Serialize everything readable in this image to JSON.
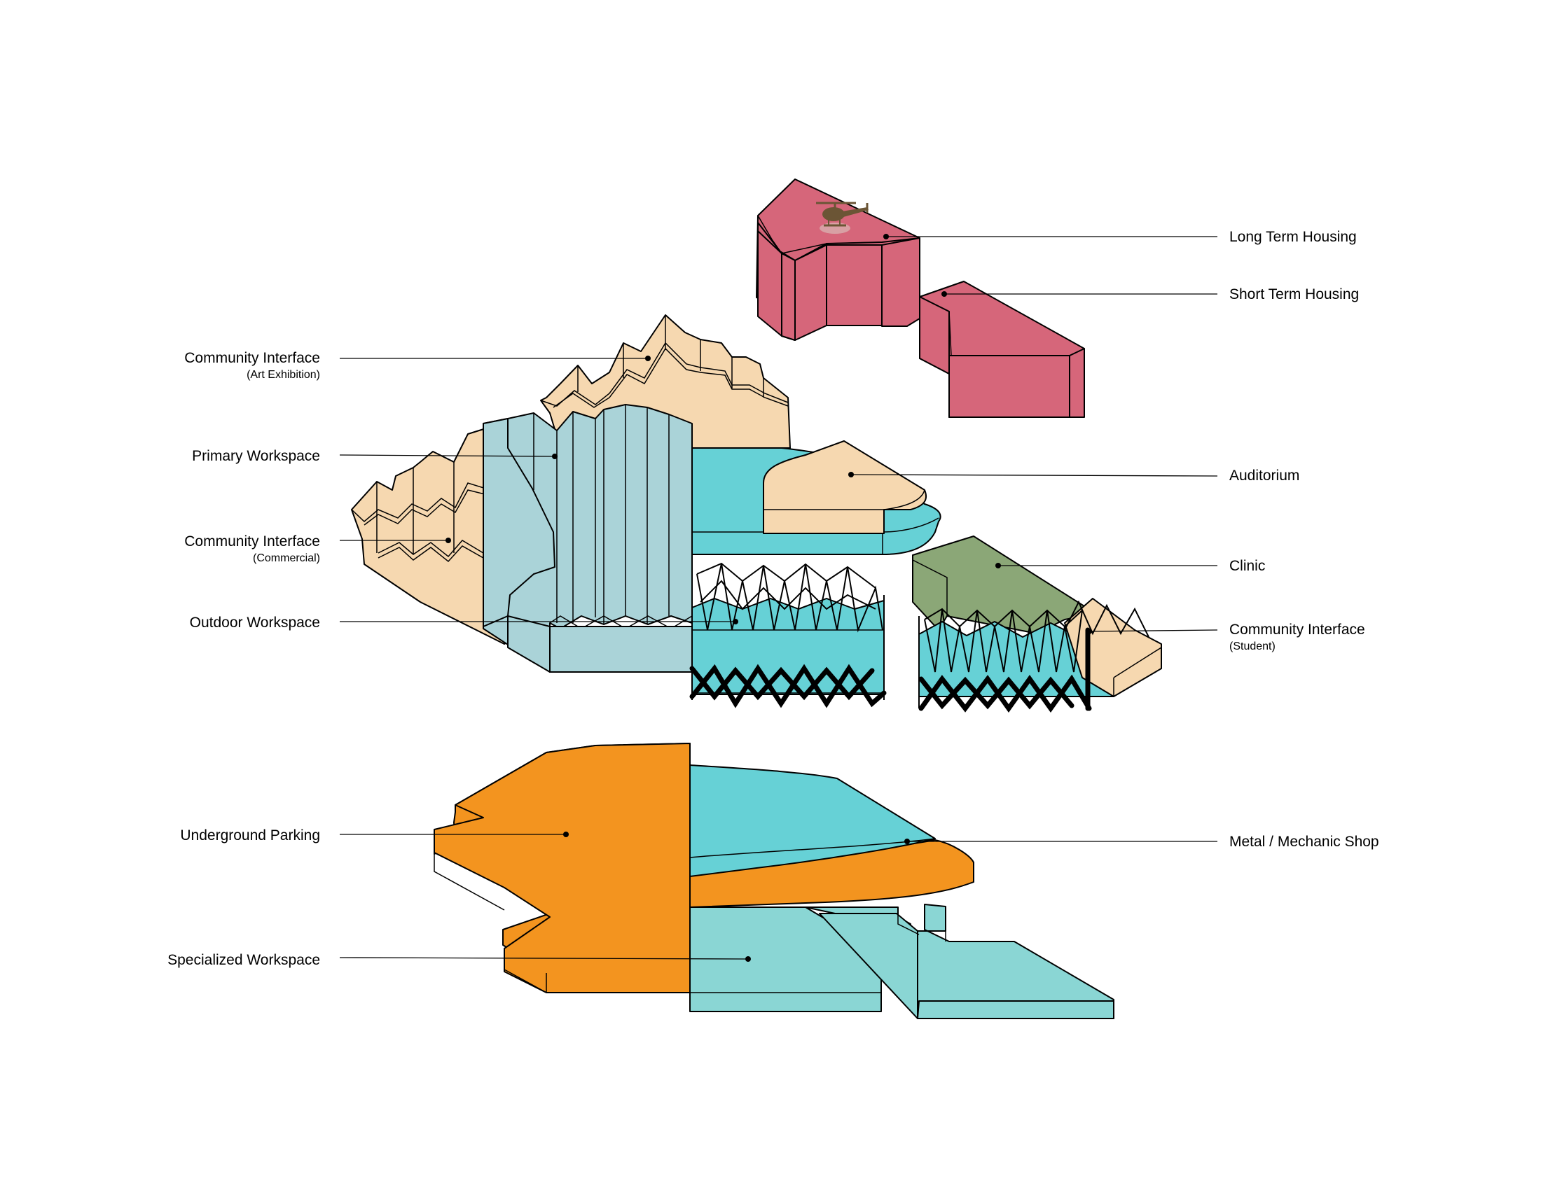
{
  "colors": {
    "housing": "#d6667a",
    "community": "#f6d8b0",
    "primary_workspace": "#aad3d8",
    "auditorium_base": "#66d1d6",
    "outdoor": "#66d1d6",
    "clinic": "#8ba777",
    "parking": "#f3941f",
    "metal_shop": "#66d1d6",
    "specialized": "#8ad6d4",
    "helicopter": "#6b5535"
  },
  "icons": {
    "helipad": "helicopter-icon"
  },
  "labels": {
    "long_term_housing": "Long Term Housing",
    "short_term_housing": "Short Term Housing",
    "community_art": "Community Interface",
    "community_art_sub": "(Art Exhibition)",
    "primary_workspace": "Primary Workspace",
    "auditorium": "Auditorium",
    "community_commercial": "Community Interface",
    "community_commercial_sub": "(Commercial)",
    "clinic": "Clinic",
    "outdoor_workspace": "Outdoor Workspace",
    "community_student": "Community Interface",
    "community_student_sub": "(Student)",
    "underground_parking": "Underground Parking",
    "metal_shop": "Metal / Mechanic Shop",
    "specialized_workspace": "Specialized Workspace"
  }
}
